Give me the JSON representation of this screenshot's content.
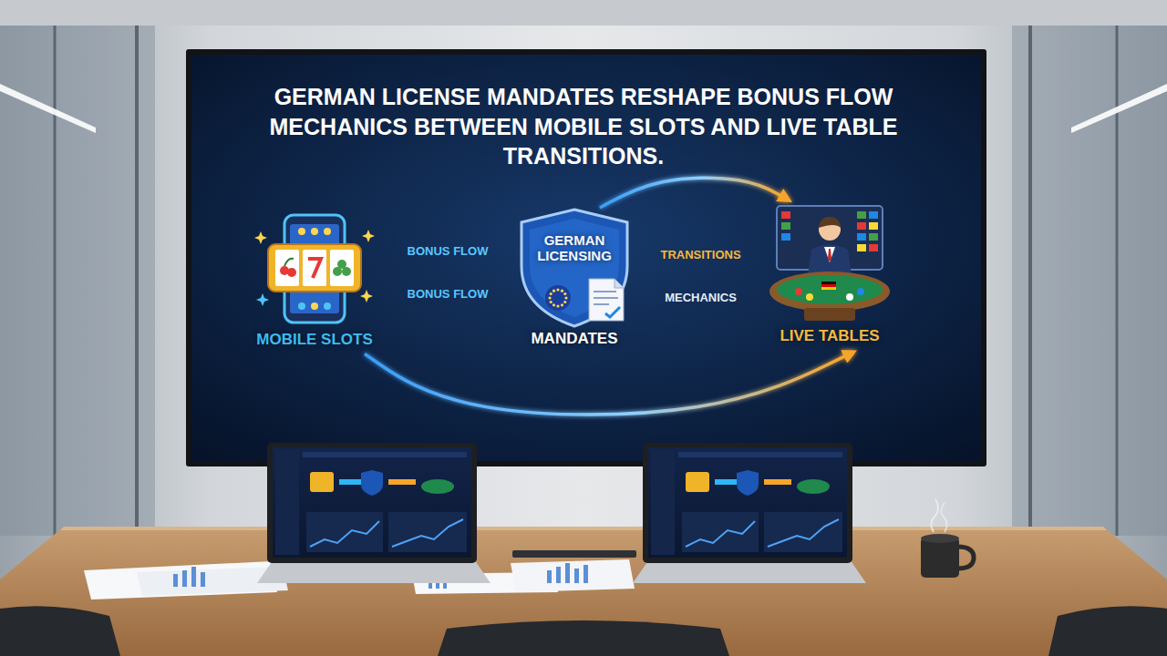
{
  "diagram": {
    "title": "GERMAN LICENSE MANDATES RESHAPE BONUS FLOW MECHANICS BETWEEN MOBILE SLOTS AND LIVE TABLE TRANSITIONS.",
    "nodes": [
      {
        "text": [
          "MOBILE SLOTS"
        ]
      },
      {
        "text": [
          "GERMAN LICENSING",
          "MANDATES"
        ]
      },
      {
        "text": [
          "LIVE TABLES"
        ]
      }
    ],
    "edges": [
      {
        "from": 0,
        "to": 1,
        "arrow": "to",
        "label": "BONUS FLOW"
      },
      {
        "from": 1,
        "to": 2,
        "arrow": "to",
        "label": "TRANSITIONS"
      },
      {
        "from": 1,
        "to": 2,
        "arrow": "to"
      },
      {
        "from": 0,
        "to": 2,
        "arrow": "to"
      }
    ],
    "labels": [
      "BONUS FLOW",
      "MECHANICS"
    ]
  }
}
